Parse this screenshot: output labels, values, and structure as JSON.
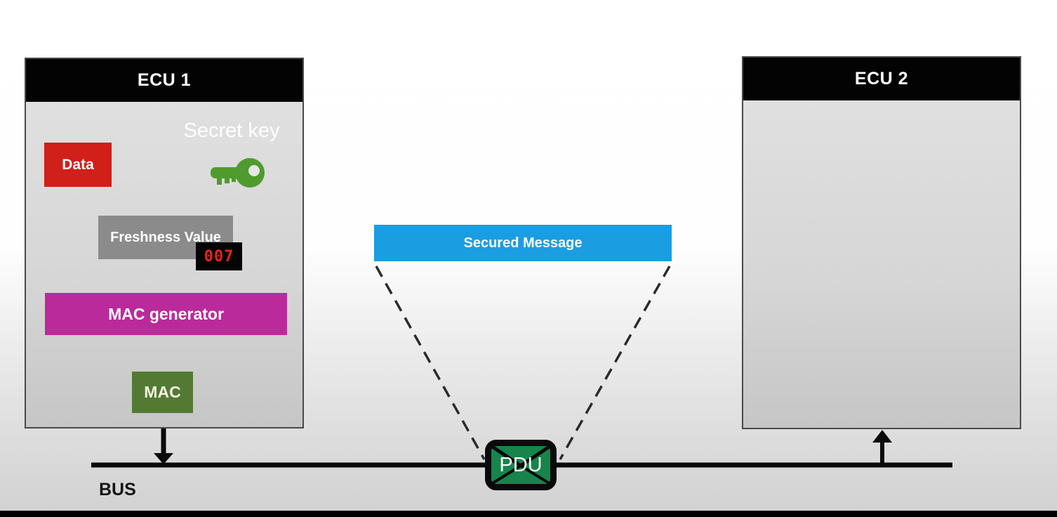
{
  "slide": {
    "ecu1": {
      "title": "ECU 1",
      "secret_key_label": "Secret key",
      "data_label": "Data",
      "freshness_label": "Freshness Value",
      "freshness_counter": "007",
      "mac_generator_label": "MAC generator",
      "mac_label": "MAC"
    },
    "ecu2": {
      "title": "ECU 2"
    },
    "secured_message_label": "Secured Message",
    "pdu_label": "PDU",
    "bus_label": "BUS",
    "icons": {
      "key_icon": "secret-key",
      "pdu_envelope_icon": "envelope"
    },
    "colors": {
      "ecu_header_bg": "#030303",
      "ecu_body_bg": "#d9d9d9",
      "data_box": "#d11f1a",
      "freshness_box": "#8b8b8b",
      "counter_bg": "#050505",
      "counter_text": "#e8231c",
      "mac_generator_box": "#bb2a9b",
      "mac_box": "#527a33",
      "key_icon_green": "#4f9b2d",
      "secured_message_bar": "#1b9de2",
      "pdu_box_green": "#17854b",
      "connector_black": "#0a0a0a"
    }
  }
}
